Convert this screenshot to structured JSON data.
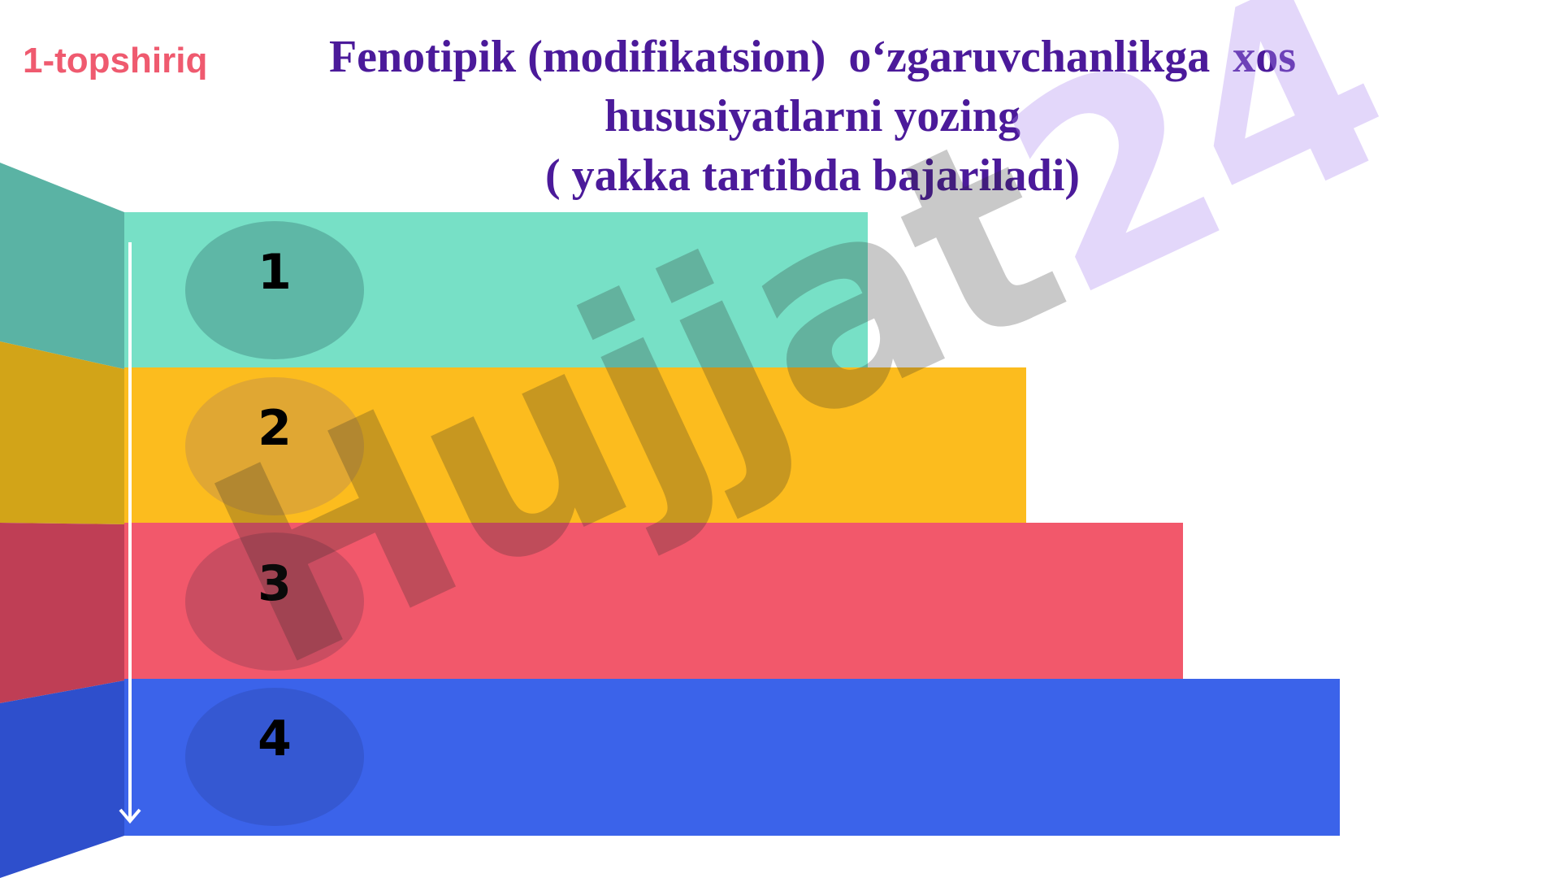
{
  "task_label": "1-topshiriq",
  "title": {
    "line1": "Fenotipik (modifikatsion)  o‘zgaruvchanlikga  xos",
    "line2": "hususiyatlarni yozing",
    "line3": "( yakka tartibda bajariladi)"
  },
  "steps": [
    {
      "number": "1",
      "color": "#77e0c6"
    },
    {
      "number": "2",
      "color": "#fcbc1e"
    },
    {
      "number": "3",
      "color": "#f2586b"
    },
    {
      "number": "4",
      "color": "#3b63ea"
    }
  ],
  "watermark": {
    "part1": "Hujjat",
    "part2": "24"
  }
}
